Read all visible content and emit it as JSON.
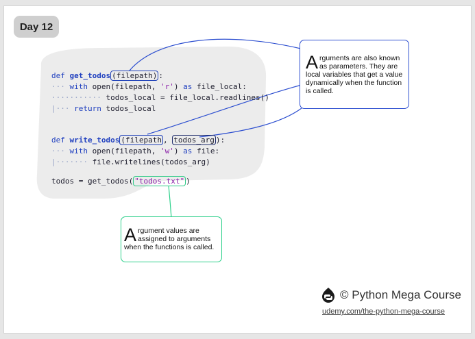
{
  "day_label": "Day 12",
  "code": {
    "def_kw": "def",
    "fn1": "get_todos",
    "param1": "filepath",
    "with_kw": "with",
    "open_fn": "open",
    "open_args_a": "(filepath, ",
    "mode_r": "'r'",
    "paren_close": ")",
    "as_kw": "as",
    "file_local": "file_local:",
    "line3": "todos_local = file_local.readlines()",
    "return_kw": "return",
    "ret_val": "todos_local",
    "fn2": "write_todos",
    "param2a": "filepath",
    "param2b": "todos_arg",
    "mode_w": "'w'",
    "file_var": "file:",
    "line7": "file.writelines(todos_arg)",
    "call_lhs": "todos = get_todos(",
    "call_arg": "\"todos.txt\"",
    "colon": ":",
    "open_paren": "(",
    "close_paren_colon": "):",
    "comma": ", "
  },
  "notes": {
    "params_dropcap": "A",
    "params_text": "rguments are also known as parameters. They are local variables that get a value dynamically when the function is called.",
    "args_dropcap": "A",
    "args_text": "rgument values are assigned to arguments when the functions is called."
  },
  "brand": {
    "icon": "python-mega-course-logo-icon",
    "text": "© Python Mega Course",
    "link": "udemy.com/the-python-mega-course"
  },
  "colors": {
    "blue_note": "#2d4fd0",
    "green_note": "#2bd08a",
    "code_bg": "#ececec"
  }
}
